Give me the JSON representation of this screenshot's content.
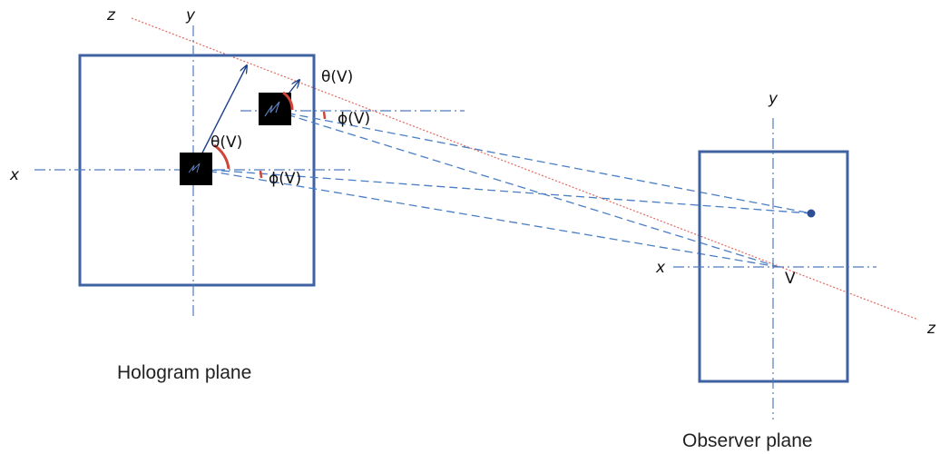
{
  "colors": {
    "frame": "#3f62a3",
    "axis": "#4f7bbf",
    "ray": "#4a7ec5",
    "z_line": "#e06a5e",
    "vector": "#1d3f8a",
    "angle_arc": "#d0453a",
    "pixel": "#000000"
  },
  "hologram": {
    "caption": "Hologram plane",
    "axis_x": "x",
    "axis_y": "y",
    "axis_z": "z",
    "theta_main": "θ(V)",
    "phi_main": "ϕ(V)",
    "theta_small": "θ(V)",
    "phi_small": "ϕ(V)"
  },
  "observer": {
    "caption": "Observer plane",
    "axis_x": "x",
    "axis_y": "y",
    "axis_z": "z",
    "point_label": "V"
  }
}
